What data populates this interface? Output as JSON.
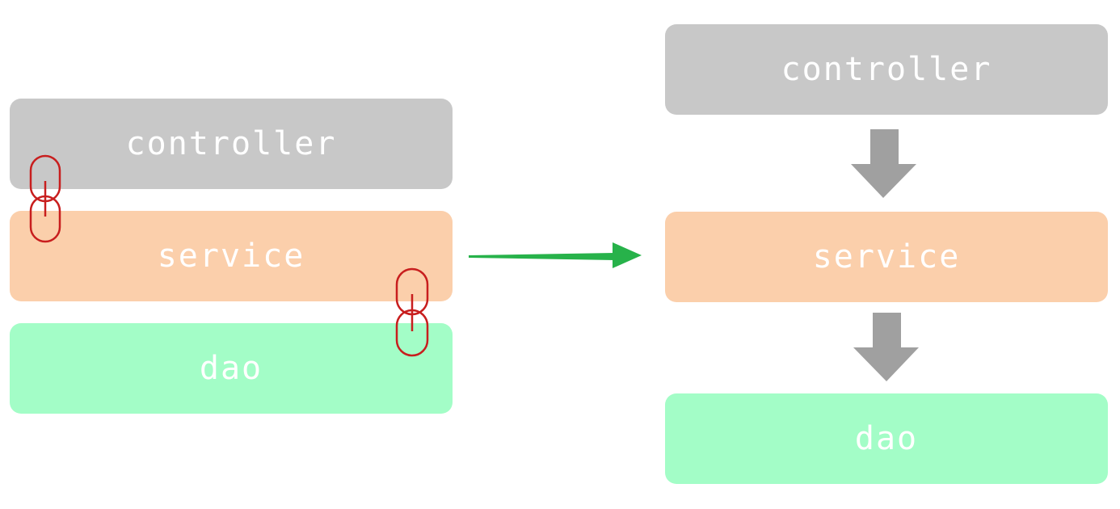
{
  "left_stack": {
    "controller": "controller",
    "service": "service",
    "dao": "dao"
  },
  "right_stack": {
    "controller": "controller",
    "service": "service",
    "dao": "dao"
  },
  "colors": {
    "controller": "#c8c8c8",
    "service": "#fbcfab",
    "dao": "#a3fdc7",
    "chain_link": "#c81e1e",
    "transform_arrow": "#27b24a",
    "flow_arrow": "#a0a0a0"
  },
  "icons": {
    "coupling": "chain-link-icon",
    "transform": "right-arrow-icon",
    "flow": "down-arrow-icon"
  }
}
